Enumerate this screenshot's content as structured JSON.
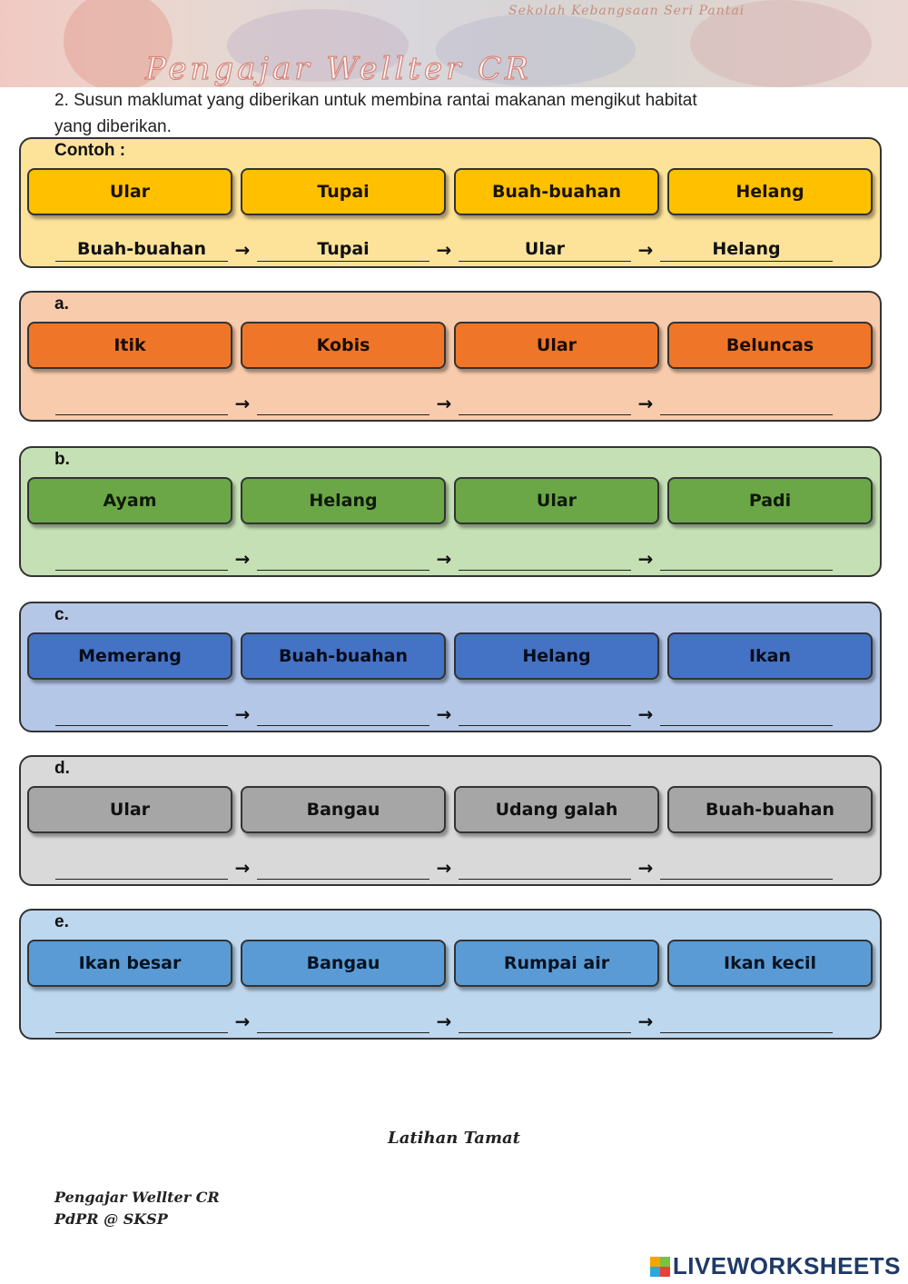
{
  "header": {
    "school_text": "Sekolah Kebangsaan Seri Pantai",
    "teacher_banner": "Pengajar Wellter CR"
  },
  "instruction": {
    "line1": "2. Susun maklumat yang diberikan untuk membina rantai makanan mengikut habitat",
    "line2": "yang diberikan."
  },
  "panels": [
    {
      "label": "Contoh :",
      "theme": "yellow",
      "items": [
        "Ular",
        "Tupai",
        "Buah-buahan",
        "Helang"
      ],
      "answers": [
        "Buah-buahan",
        "Tupai",
        "Ular",
        "Helang"
      ]
    },
    {
      "label": "a.",
      "theme": "orange",
      "items": [
        "Itik",
        "Kobis",
        "Ular",
        "Beluncas"
      ],
      "answers": [
        "",
        "",
        "",
        ""
      ]
    },
    {
      "label": "b.",
      "theme": "green",
      "items": [
        "Ayam",
        "Helang",
        "Ular",
        "Padi"
      ],
      "answers": [
        "",
        "",
        "",
        ""
      ]
    },
    {
      "label": "c.",
      "theme": "blue",
      "items": [
        "Memerang",
        "Buah-buahan",
        "Helang",
        "Ikan"
      ],
      "answers": [
        "",
        "",
        "",
        ""
      ]
    },
    {
      "label": "d.",
      "theme": "gray",
      "items": [
        "Ular",
        "Bangau",
        "Udang galah",
        "Buah-buahan"
      ],
      "answers": [
        "",
        "",
        "",
        ""
      ]
    },
    {
      "label": "e.",
      "theme": "lightblue",
      "items": [
        "Ikan besar",
        "Bangau",
        "Rumpai air",
        "Ikan kecil"
      ],
      "answers": [
        "",
        "",
        "",
        ""
      ]
    }
  ],
  "arrow_glyph": "→",
  "footer": {
    "closing": "Latihan Tamat",
    "signature_line1": "Pengajar Wellter CR",
    "signature_line2": "PdPR @ SKSP",
    "brand": "LIVEWORKSHEETS"
  }
}
